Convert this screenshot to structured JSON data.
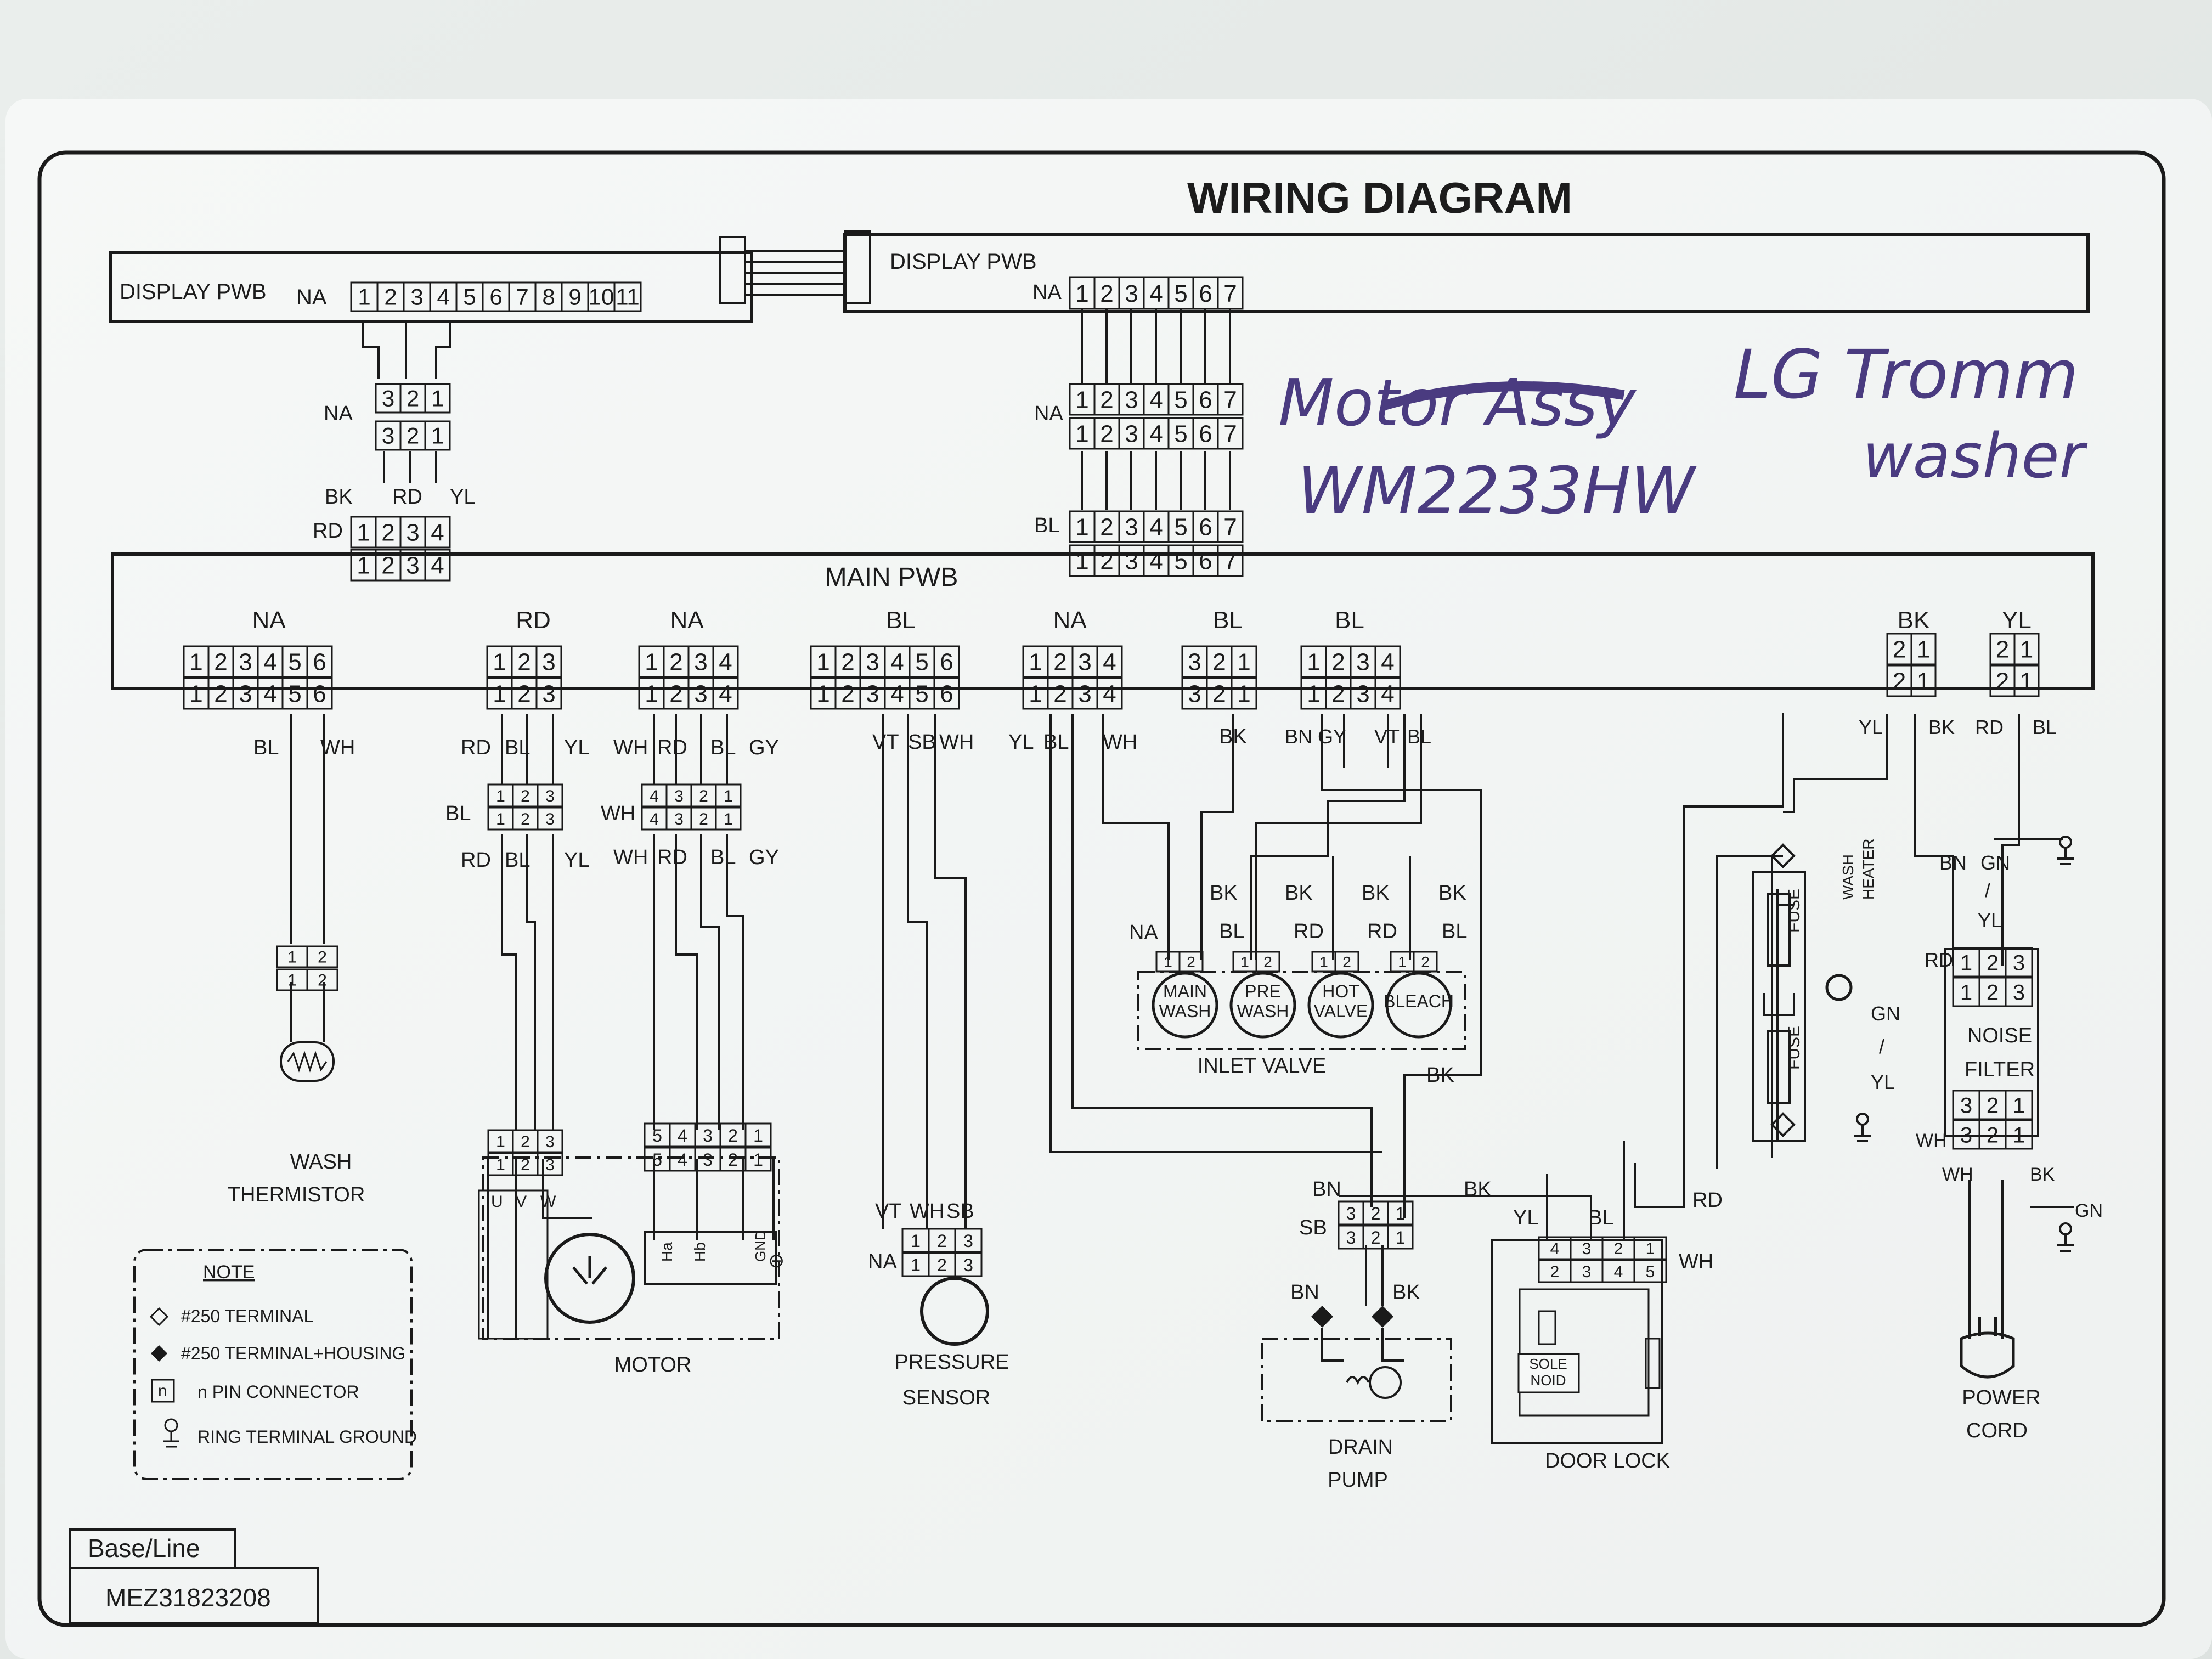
{
  "title": "WIRING DIAGRAM",
  "display_pwb_left": {
    "label": "DISPLAY PWB",
    "connector_tag": "NA",
    "pins": [
      "1",
      "2",
      "3",
      "4",
      "5",
      "6",
      "7",
      "8",
      "9",
      "10",
      "11"
    ]
  },
  "display_pwb_right": {
    "label": "DISPLAY PWB",
    "connector_tag": "NA",
    "pins": [
      "1",
      "2",
      "3",
      "4",
      "5",
      "6",
      "7"
    ]
  },
  "left_relay": {
    "tag": "NA",
    "pins_rev": [
      "3",
      "2",
      "1"
    ],
    "wire_labels": [
      "BK",
      "RD",
      "YL"
    ],
    "main_tag": "RD",
    "main_pins": [
      "1",
      "2",
      "3",
      "4"
    ]
  },
  "right_relay": {
    "tag_top": "NA",
    "tag_bottom": "BL",
    "pins": [
      "1",
      "2",
      "3",
      "4",
      "5",
      "6",
      "7"
    ]
  },
  "main_pwb": "MAIN PWB",
  "main_connectors": [
    {
      "tag": "NA",
      "pins": [
        "1",
        "2",
        "3",
        "4",
        "5",
        "6"
      ]
    },
    {
      "tag": "RD",
      "pins": [
        "1",
        "2",
        "3"
      ]
    },
    {
      "tag": "NA",
      "pins": [
        "1",
        "2",
        "3",
        "4"
      ]
    },
    {
      "tag": "BL",
      "pins": [
        "1",
        "2",
        "3",
        "4",
        "5",
        "6"
      ]
    },
    {
      "tag": "NA",
      "pins": [
        "1",
        "2",
        "3",
        "4"
      ]
    },
    {
      "tag": "BL",
      "pins": [
        "3",
        "2",
        "1"
      ]
    },
    {
      "tag": "BL",
      "pins": [
        "1",
        "2",
        "3",
        "4"
      ]
    },
    {
      "tag": "BK",
      "pins": [
        "2",
        "1"
      ]
    },
    {
      "tag": "YL",
      "pins": [
        "2",
        "1"
      ]
    }
  ],
  "wire_labels": {
    "thermistor": [
      "BL",
      "WH"
    ],
    "motor_a": [
      "RD",
      "BL",
      "YL"
    ],
    "motor_a_mid_tag": "BL",
    "motor_b": [
      "WH",
      "RD",
      "BL",
      "GY"
    ],
    "motor_b_mid_tag": "WH",
    "motor_b_mid_pins": [
      "4",
      "3",
      "2",
      "1"
    ],
    "sensor": [
      "VT",
      "SB",
      "WH"
    ],
    "valve_a": [
      "YL",
      "BL",
      "WH"
    ],
    "valve_b": [
      "BK"
    ],
    "valve_c": [
      "BN",
      "GY",
      "VT",
      "BL"
    ],
    "filter_a": [
      "YL",
      "BK",
      "RD",
      "BL"
    ],
    "valve_bk": [
      "BK",
      "BK",
      "BK",
      "BK"
    ],
    "valve_bl": [
      "BL",
      "RD",
      "RD",
      "BL"
    ],
    "na": "NA",
    "bk_lower": "BK",
    "bn": "BN",
    "sb": "SB",
    "bk2": "BK",
    "yl": "YL",
    "bl": "BL",
    "rd": "RD",
    "wh": "WH",
    "bn_pump": "BN",
    "bk_pump": "BK",
    "vt": "VT",
    "wh2": "WH",
    "sb2": "SB",
    "na2": "NA",
    "heater_bn": "BN",
    "heater_gn": "GN",
    "heater_slash": "/",
    "heater_yl": "YL",
    "filter_rd": "RD",
    "heater_gn2": "GN",
    "heater_yl2": "YL",
    "filter_wh": "WH",
    "filter_wh2": "WH",
    "filter_bk": "BK",
    "cord_gn": "GN"
  },
  "components": {
    "thermistor": "WASH\nTHERMISTOR",
    "motor": "MOTOR",
    "motor_terminals": [
      "U",
      "V",
      "W"
    ],
    "motor_right_terminals": [
      "Ha",
      "Hb",
      "GND",
      "⊕"
    ],
    "pressure_sensor": "PRESSURE\nSENSOR",
    "inlet_valve": "INLET VALVE",
    "valves": [
      "MAIN\nWASH",
      "PRE\nWASH",
      "HOT\nVALVE",
      "BLEACH"
    ],
    "drain_pump": "DRAIN\nPUMP",
    "door_lock": "DOOR LOCK",
    "solenoid": "SOLE\nNOID",
    "wash_heater": "WASH\nHEATER",
    "fuse": "FUSE",
    "noise_filter": "NOISE\nFILTER",
    "power_cord": "POWER\nCORD"
  },
  "note": {
    "title": "NOTE",
    "items": [
      "#250 TERMINAL",
      "#250 TERMINAL+HOUSING",
      "n PIN CONNECTOR",
      "RING TERMINAL GROUND"
    ],
    "pin_letter": "n"
  },
  "footer": {
    "base_line": "Base/Line",
    "part_number": "MEZ31823208"
  },
  "handwriting": {
    "strike": "Motor Assy",
    "model": "WM2233HW",
    "brand_line1": "LG Tromm",
    "brand_line2": "washer"
  }
}
